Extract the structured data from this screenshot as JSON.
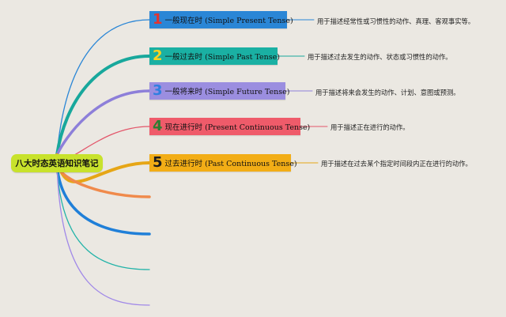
{
  "root": {
    "label": "八大时态英语知识笔记",
    "color": "#c8e22c"
  },
  "branches": [
    {
      "num": "1",
      "title_zh": "一般现在时",
      "title_en": "(Simple Present Tense)",
      "desc": "用于描述经常性或习惯性的动作、真理、客观事实等。",
      "bg": "#2a86d6",
      "numColor": "#e3342f",
      "line": "#2a86d6"
    },
    {
      "num": "2",
      "title_zh": "一般过去时",
      "title_en": "(Simple Past Tense)",
      "desc": "用于描述过去发生的动作、状态或习惯性的动作。",
      "bg": "#1ab0a3",
      "numColor": "#ffd21f",
      "line": "#18a89c"
    },
    {
      "num": "3",
      "title_zh": "一般将来时",
      "title_en": "(Simple Future Tense)",
      "desc": "用于描述将来会发生的动作、计划、意图或预测。",
      "bg": "#9b8ee0",
      "numColor": "#2f7fe0",
      "line": "#8d7fd9"
    },
    {
      "num": "4",
      "title_zh": "现在进行时",
      "title_en": "(Present Continuous Tense)",
      "desc": "用于描述正在进行的动作。",
      "bg": "#ef5b6a",
      "numColor": "#2e7d32",
      "line": "#e3566a"
    },
    {
      "num": "5",
      "title_zh": "过去进行时",
      "title_en": "(Past Continuous Tense)",
      "desc": "用于描述在过去某个指定时间段内正在进行的动作。",
      "bg": "#f2ad16",
      "numColor": "#1c1c1c",
      "line": "#e6a616"
    }
  ],
  "extra_branches": [
    {
      "color": "#f08a4b"
    },
    {
      "color": "#1f7fd8"
    },
    {
      "color": "#22b3a8"
    },
    {
      "color": "#a088e8"
    }
  ]
}
